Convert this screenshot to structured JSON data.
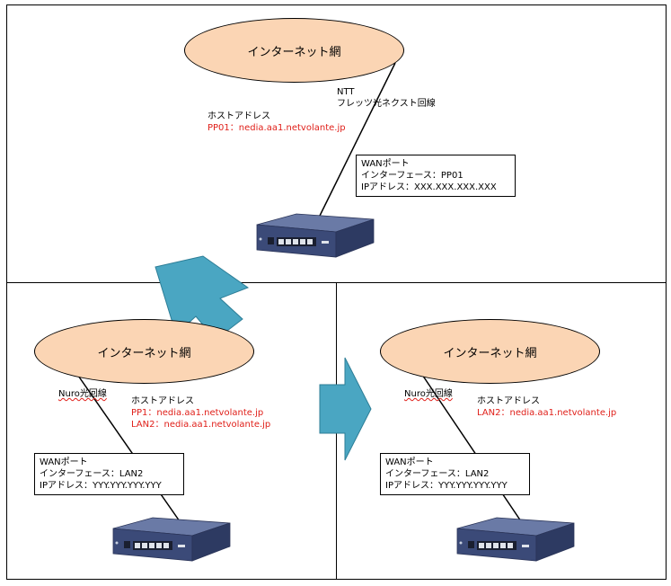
{
  "top": {
    "cloud_label": "インターネット網",
    "line_label_1": "NTT",
    "line_label_2": "フレッツ光ネクスト回線",
    "host_title": "ホストアドレス",
    "host_addr_1": "PP01：nedia.aa1.netvolante.jp",
    "wan_title": "WANポート",
    "wan_interface": "インターフェース：PP01",
    "wan_ip": "IPアドレス：XXX.XXX.XXX.XXX"
  },
  "left": {
    "cloud_label": "インターネット網",
    "line_label": "Nuro光回線",
    "host_title": "ホストアドレス",
    "host_addr_1": "PP1：nedia.aa1.netvolante.jp",
    "host_addr_2": "LAN2：nedia.aa1.netvolante.jp",
    "wan_title": "WANポート",
    "wan_interface": "インターフェース：LAN2",
    "wan_ip": "IPアドレス：YYY.YYY.YYY.YYY"
  },
  "right": {
    "cloud_label": "インターネット網",
    "line_label": "Nuro光回線",
    "host_title": "ホストアドレス",
    "host_addr_1": "LAN2：nedia.aa1.netvolante.jp",
    "wan_title": "WANポート",
    "wan_interface": "インターフェース：LAN2",
    "wan_ip": "IPアドレス：YYY.YYY.YYY.YYY"
  },
  "colors": {
    "cloud_fill": "#fbd5b4",
    "arrow_fill": "#4aa6c2",
    "highlight_text": "#e0201a",
    "router_body": "#3b4a78"
  },
  "icons": [
    "router-icon",
    "arrow-down-icon",
    "arrow-right-icon"
  ]
}
